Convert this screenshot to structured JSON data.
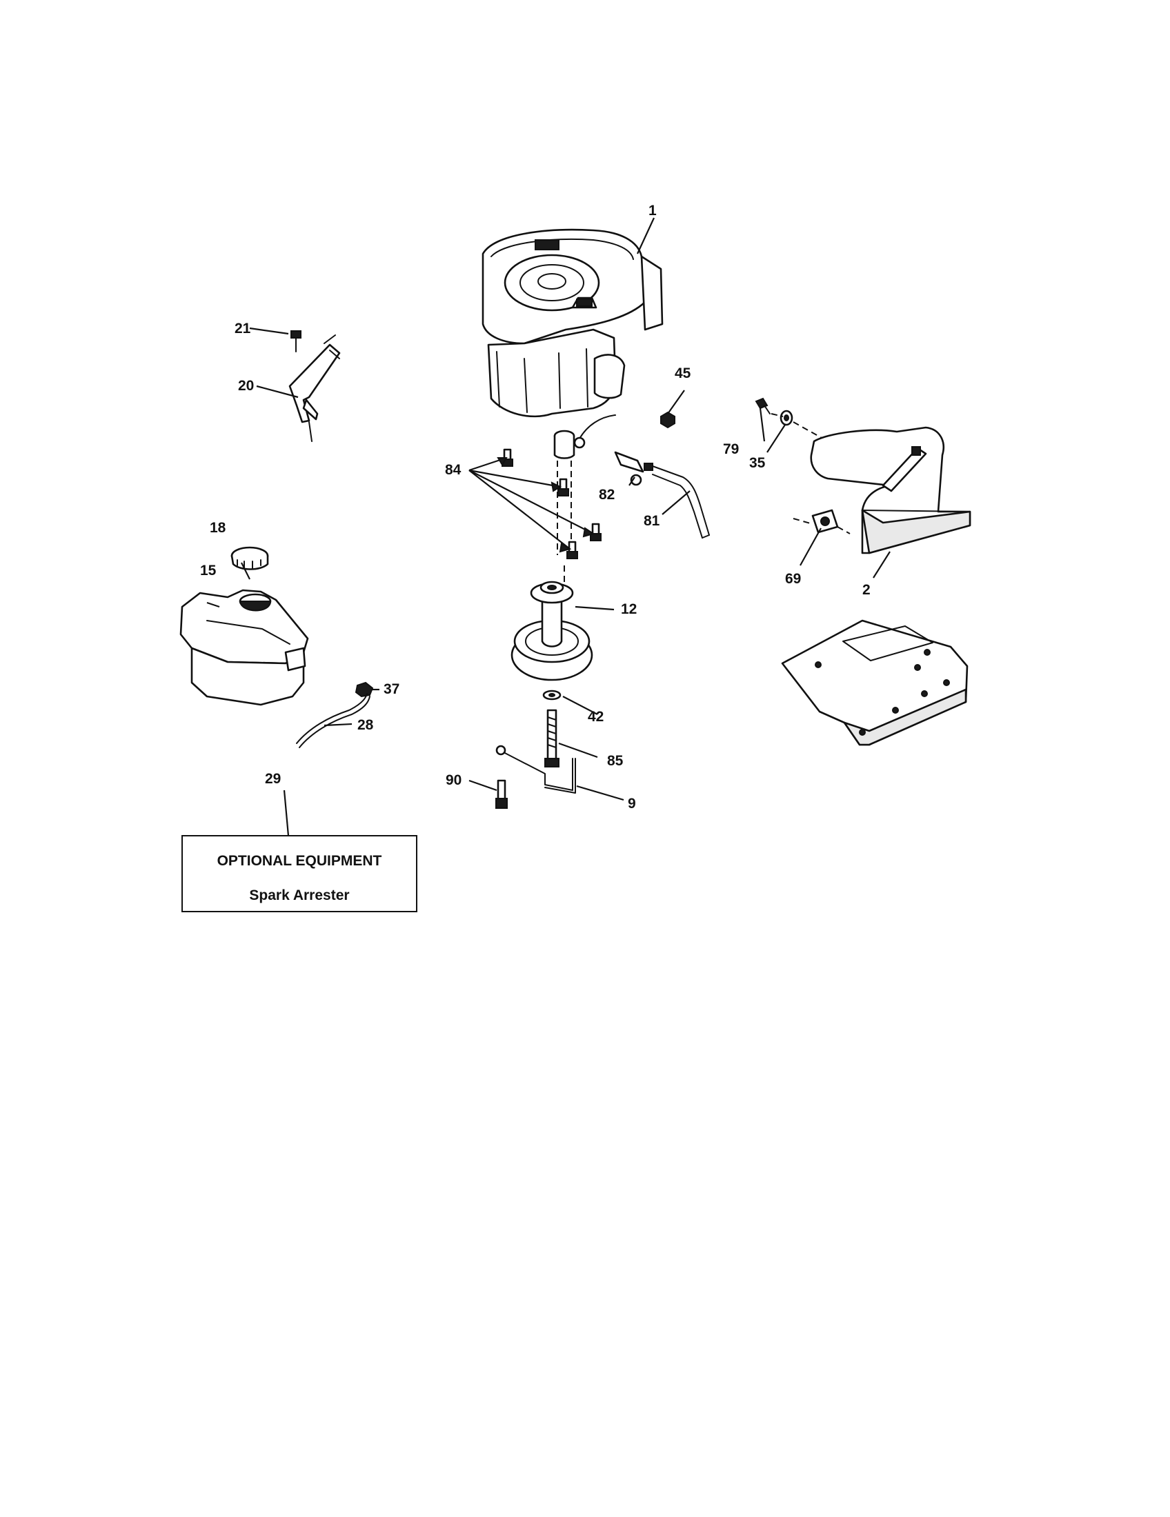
{
  "callouts": {
    "c1": "1",
    "c2": "2",
    "c9": "9",
    "c12": "12",
    "c15": "15",
    "c18": "18",
    "c20": "20",
    "c21": "21",
    "c28": "28",
    "c29": "29",
    "c35": "35",
    "c37": "37",
    "c42": "42",
    "c45": "45",
    "c69": "69",
    "c79": "79",
    "c81": "81",
    "c82": "82",
    "c84": "84",
    "c85": "85",
    "c90": "90"
  },
  "optional_box": {
    "title": "OPTIONAL EQUIPMENT",
    "item": "Spark Arrester"
  }
}
